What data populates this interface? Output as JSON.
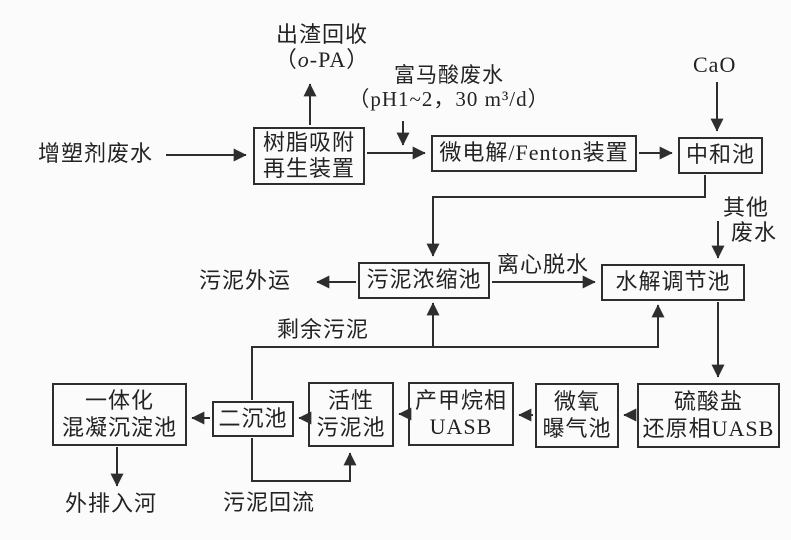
{
  "colors": {
    "background": "#fbfbfb",
    "line": "#2e2e2e",
    "text": "#232323"
  },
  "nodes": {
    "resin": {
      "lines": [
        "树脂吸附",
        "再生装置"
      ]
    },
    "fenton": {
      "lines": [
        "微电解/Fenton装置"
      ]
    },
    "neutralization": {
      "lines": [
        "中和池"
      ]
    },
    "sludge_thickening": {
      "lines": [
        "污泥浓缩池"
      ]
    },
    "hydrolysis_regulation": {
      "lines": [
        "水解调节池"
      ]
    },
    "integrated_coagulation": {
      "lines": [
        "一体化",
        "混凝沉淀池"
      ]
    },
    "secondary_clarifier": {
      "lines": [
        "二沉池"
      ]
    },
    "activated_sludge": {
      "lines": [
        "活性",
        "污泥池"
      ]
    },
    "methanogenic_uasb": {
      "lines": [
        "产甲烷相",
        "UASB"
      ]
    },
    "micro_oxygen_aeration": {
      "lines": [
        "微氧",
        "曝气池"
      ]
    },
    "sulfate_reduction_uasb": {
      "lines": [
        "硫酸盐",
        "还原相UASB"
      ]
    }
  },
  "labels": {
    "plasticizer_wastewater": "增塑剂废水",
    "residue_recovery": {
      "line1": "出渣回收",
      "line2_prefix": "（",
      "line2_italic": "o",
      "line2_suffix": "-PA）"
    },
    "fumaric_wastewater": {
      "line1": "富马酸废水",
      "line2": "（pH1~2，30 m³/d）"
    },
    "cao": "CaO",
    "other_wastewater": {
      "line1": "其他",
      "line2": "废水"
    },
    "sludge_transport": "污泥外运",
    "centrifugal_dewatering": "离心脱水",
    "excess_sludge": "剩余污泥",
    "discharge_to_river": "外排入河",
    "sludge_return": "污泥回流"
  }
}
